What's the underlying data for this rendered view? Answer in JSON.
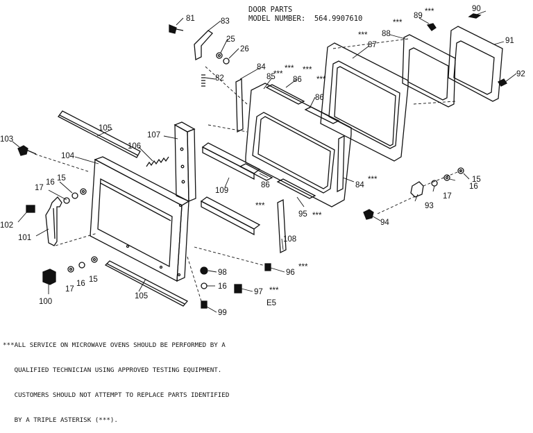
{
  "header": {
    "line1": "DOOR PARTS",
    "line2": "MODEL NUMBER:  564.9907610"
  },
  "callouts": {
    "p81": "81",
    "p83": "83",
    "p25": "25",
    "p26": "26",
    "p82": "82",
    "p84a": "84",
    "p84b": "84",
    "p85": "85",
    "p86a": "86",
    "p86b": "86",
    "p86c": "86",
    "p87": "87",
    "p88": "88",
    "p89": "89",
    "p90": "90",
    "p91": "91",
    "p92": "92",
    "p105a": "105",
    "p105b": "105",
    "p107": "107",
    "p106": "106",
    "p103": "103",
    "p104": "104",
    "p15a": "15",
    "p15b": "15",
    "p15c": "15",
    "p16a": "16",
    "p16b": "16",
    "p16c": "16",
    "p16d": "16",
    "p17a": "17",
    "p17b": "17",
    "p17c": "17",
    "p102": "102",
    "p101": "101",
    "p100": "100",
    "p109": "109",
    "p108": "108",
    "p93": "93",
    "p94": "94",
    "p95": "95",
    "p96": "96",
    "p97": "97",
    "p98": "98",
    "p99": "99"
  },
  "stars": "***",
  "diagram_code": "E5",
  "footnote": {
    "line1": "***ALL SERVICE ON MICROWAVE OVENS SHOULD BE PERFORMED BY A",
    "line2": "   QUALIFIED TECHNICIAN USING APPROVED TESTING EQUIPMENT.",
    "line3": "   CUSTOMERS SHOULD NOT ATTEMPT TO REPLACE PARTS IDENTIFIED",
    "line4": "   BY A TRIPLE ASTERISK (***)."
  }
}
